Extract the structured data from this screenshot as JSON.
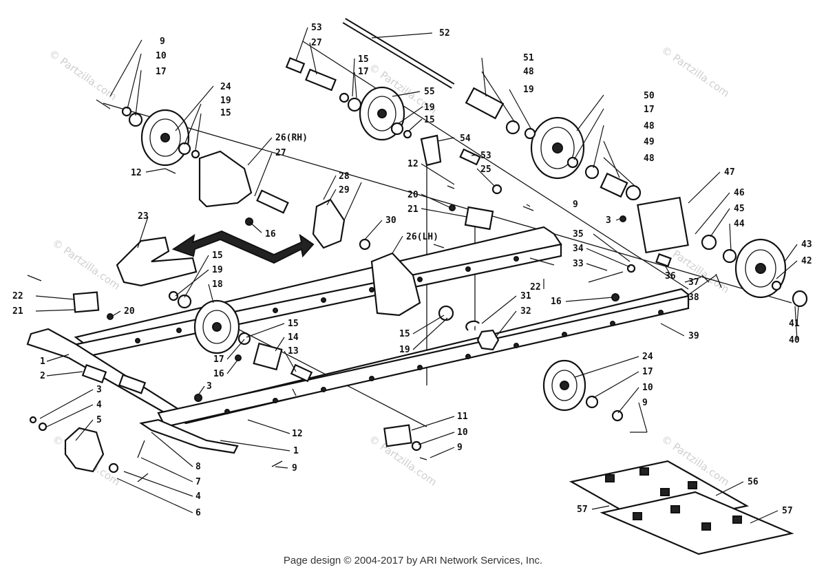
{
  "watermark": "© Partzilla.com",
  "footer": "Page design © 2004-2017 by ARI Network Services, Inc.",
  "callouts": {
    "c1": "9",
    "c2": "10",
    "c3": "17",
    "c4": "24",
    "c5": "19",
    "c6": "15",
    "c7": "53",
    "c8": "27",
    "c9": "15",
    "c10": "17",
    "c11": "52",
    "c12": "51",
    "c13": "48",
    "c14": "19",
    "c15": "55",
    "c16": "19",
    "c17": "15",
    "c18": "50",
    "c19": "17",
    "c20": "48",
    "c21": "49",
    "c22": "48",
    "c23": "26(RH)",
    "c24": "27",
    "c25": "12",
    "c26": "23",
    "c27": "16",
    "c28": "28",
    "c29": "29",
    "c30": "54",
    "c31": "53",
    "c32": "25",
    "c33": "12",
    "c34": "20",
    "c35": "21",
    "c36": "9",
    "c37": "47",
    "c38": "46",
    "c39": "45",
    "c40": "44",
    "c41": "3",
    "c42": "35",
    "c43": "34",
    "c44": "33",
    "c45": "36",
    "c46": "43",
    "c47": "42",
    "c48": "30",
    "c49": "26(LH)",
    "c50": "15",
    "c51": "19",
    "c52": "18",
    "c53": "22",
    "c54": "22",
    "c55": "21",
    "c56": "20",
    "c57": "15",
    "c58": "14",
    "c59": "13",
    "c60": "17",
    "c61": "16",
    "c62": "1",
    "c63": "2",
    "c64": "31",
    "c65": "32",
    "c66": "15",
    "c67": "19",
    "c68": "16",
    "c69": "37",
    "c70": "38",
    "c71": "39",
    "c72": "41",
    "c73": "40",
    "c74": "3",
    "c75": "4",
    "c76": "5",
    "c77": "3",
    "c78": "12",
    "c79": "8",
    "c80": "7",
    "c81": "4",
    "c82": "6",
    "c83": "9",
    "c84": "1",
    "c85": "11",
    "c86": "10",
    "c87": "9",
    "c88": "24",
    "c89": "17",
    "c90": "10",
    "c91": "9",
    "c92": "56",
    "c93": "57",
    "c94": "57"
  }
}
